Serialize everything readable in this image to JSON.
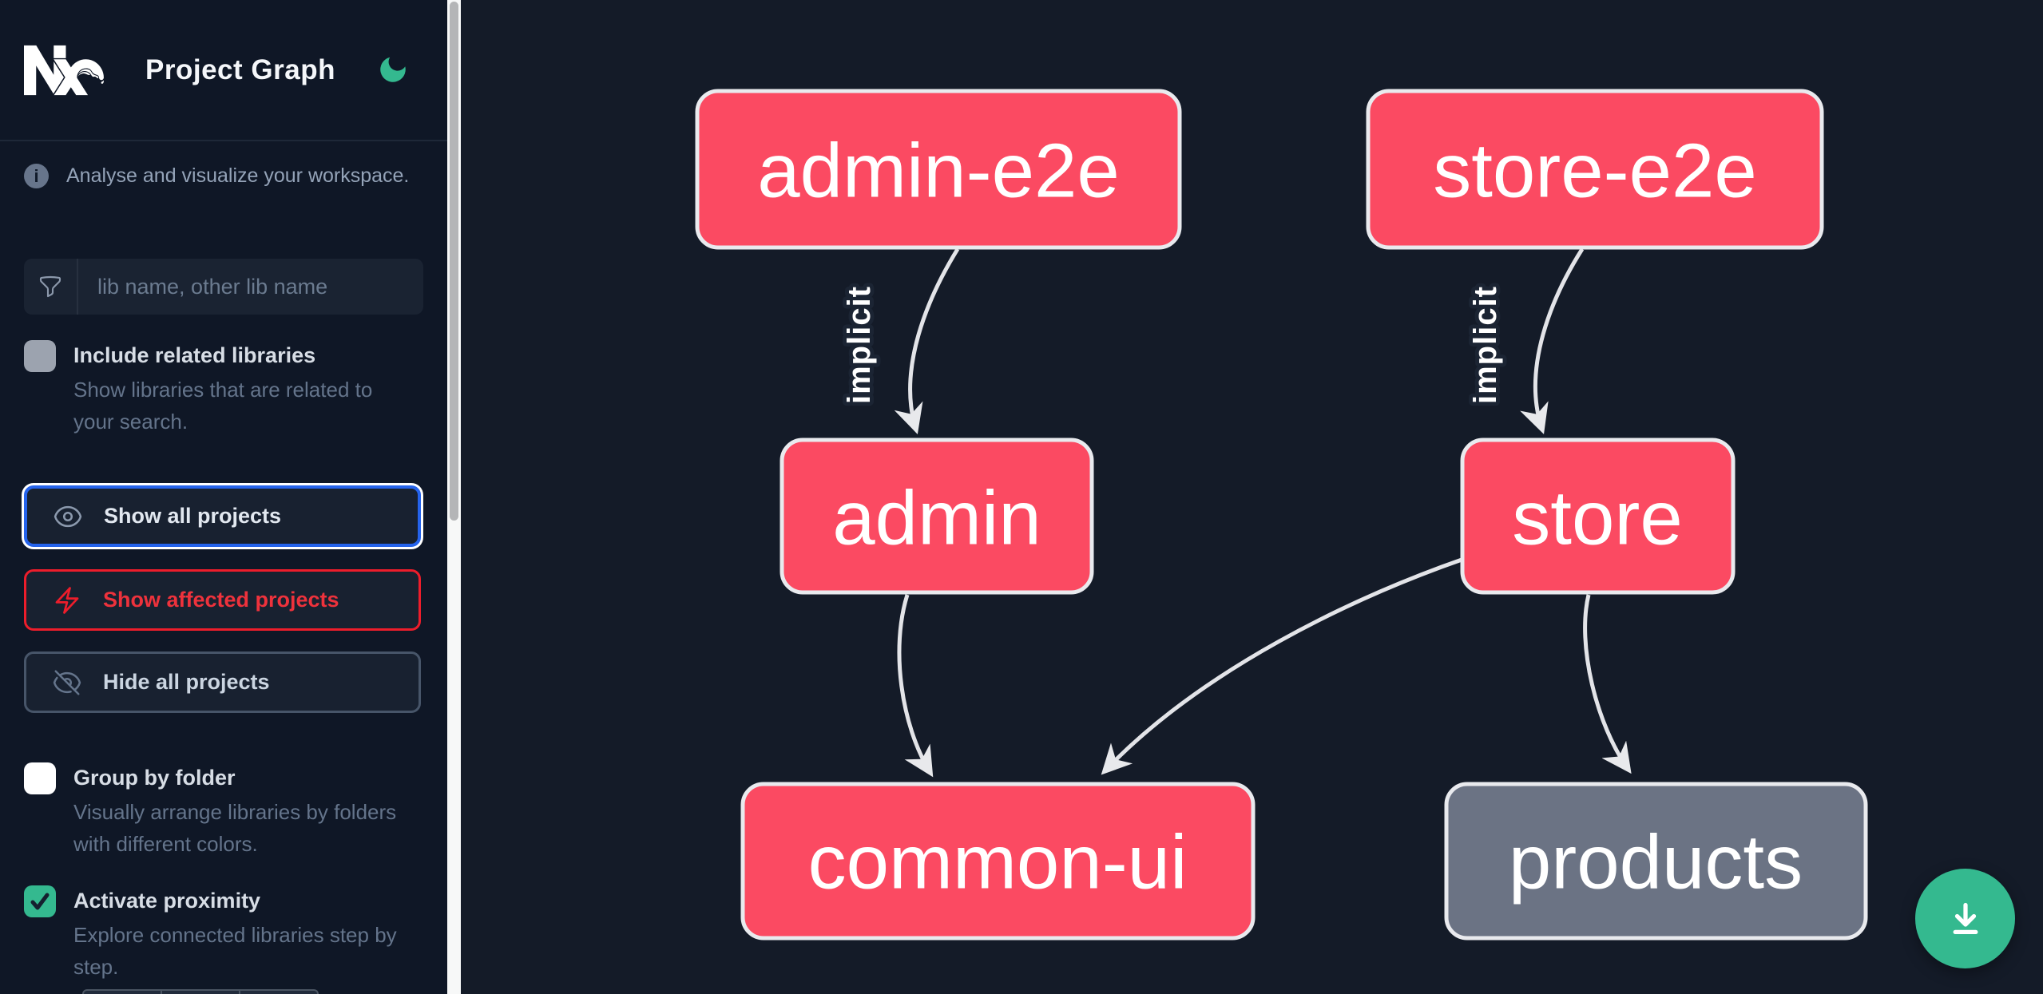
{
  "window": {
    "title": "Project Graph"
  },
  "colors": {
    "node_affected": "#fb4a62",
    "node_unaffected": "#6b7384",
    "edge": "#e3e4e8",
    "accent_green": "#34b98f",
    "focus_blue": "#2563eb",
    "affected_red": "#ed1d2b",
    "sidebar_bg": "#0f1726",
    "canvas_bg": "#141b28"
  },
  "sidebar": {
    "title": "Project Graph",
    "intro": "Analyse and visualize your workspace.",
    "filter": {
      "placeholder": "lib name, other lib name",
      "value": ""
    },
    "toggles": [
      {
        "label": "Include related libraries",
        "description": "Show libraries that are related to your search.",
        "checked": false
      },
      {
        "label": "Group by folder",
        "description": "Visually arrange libraries by folders with different colors.",
        "checked": false
      },
      {
        "label": "Activate proximity",
        "description": "Explore connected libraries step by step.",
        "checked": true
      }
    ],
    "actions": [
      {
        "label": "Show all projects",
        "icon": "eye-icon",
        "state": "focused"
      },
      {
        "label": "Show affected projects",
        "icon": "bolt-icon",
        "state": "affected"
      },
      {
        "label": "Hide all projects",
        "icon": "eye-off-icon",
        "state": "default"
      }
    ]
  },
  "graph": {
    "nodes": [
      {
        "id": "admin-e2e",
        "label": "admin-e2e",
        "status": "affected"
      },
      {
        "id": "store-e2e",
        "label": "store-e2e",
        "status": "affected"
      },
      {
        "id": "admin",
        "label": "admin",
        "status": "affected"
      },
      {
        "id": "store",
        "label": "store",
        "status": "affected"
      },
      {
        "id": "common-ui",
        "label": "common-ui",
        "status": "affected"
      },
      {
        "id": "products",
        "label": "products",
        "status": "unaffected"
      }
    ],
    "edges": [
      {
        "from": "admin-e2e",
        "to": "admin",
        "label": "implicit"
      },
      {
        "from": "store-e2e",
        "to": "store",
        "label": "implicit"
      },
      {
        "from": "admin",
        "to": "common-ui",
        "label": ""
      },
      {
        "from": "store",
        "to": "common-ui",
        "label": ""
      },
      {
        "from": "store",
        "to": "products",
        "label": ""
      }
    ]
  },
  "fab": {
    "icon": "download-icon"
  }
}
